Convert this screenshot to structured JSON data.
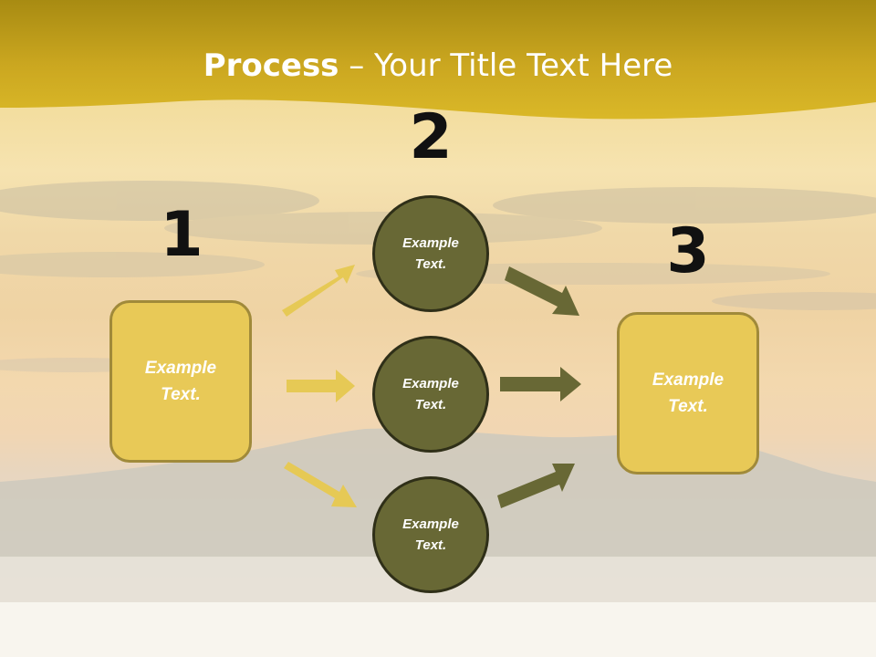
{
  "title": {
    "bold": "Process",
    "rest": " – Your Title Text Here"
  },
  "steps": [
    {
      "number": "1"
    },
    {
      "number": "2"
    },
    {
      "number": "3"
    }
  ],
  "boxes": [
    {
      "text": "Example\nText."
    },
    {
      "text": "Example\nText."
    }
  ],
  "circles": [
    {
      "text": "Example\nText."
    },
    {
      "text": "Example\nText."
    },
    {
      "text": "Example\nText."
    }
  ],
  "colors": {
    "banner": "#d4ae22",
    "box_fill": "#e8c957",
    "circle_fill": "#686835",
    "arrow_yellow": "#e6c955",
    "arrow_olive": "#686835"
  }
}
